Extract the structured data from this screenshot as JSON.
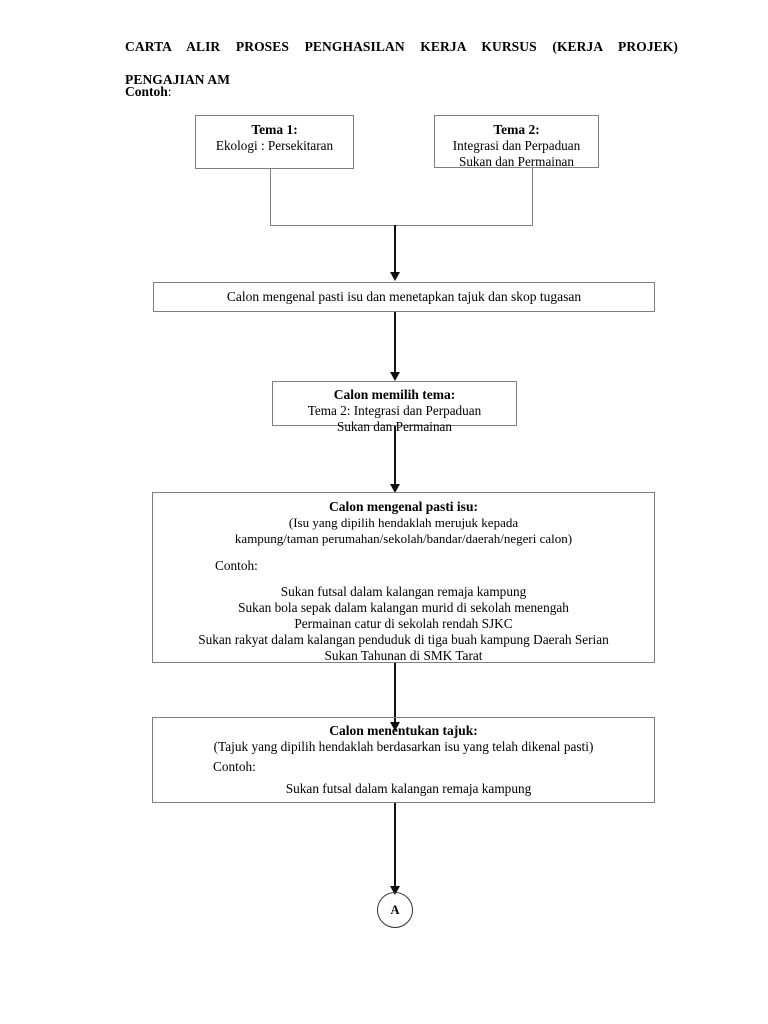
{
  "document": {
    "title_line1": "CARTA ALIR PROSES PENGHASILAN KERJA KURSUS (KERJA PROJEK)",
    "title_line2": "PENGAJIAN AM",
    "contoh_label": "Contoh",
    "contoh_colon": ":"
  },
  "flowchart": {
    "type": "flowchart",
    "tema1": {
      "title": "Tema 1:",
      "line1": "Ekologi : Persekitaran"
    },
    "tema2": {
      "title": "Tema 2:",
      "line1": "Integrasi dan Perpaduan",
      "line2": "Sukan dan Permainan"
    },
    "step_skop": {
      "text": "Calon mengenal pasti isu dan menetapkan tajuk dan skop tugasan"
    },
    "step_memilih_tema": {
      "title": "Calon memilih tema:",
      "line1": "Tema 2: Integrasi dan Perpaduan",
      "line2": "Sukan dan Permainan"
    },
    "step_kenalpasti_isu": {
      "title": "Calon mengenal pasti isu:",
      "sub1": "(Isu yang dipilih hendaklah merujuk kepada",
      "sub2": "kampung/taman perumahan/sekolah/bandar/daerah/negeri calon)",
      "contoh": "Contoh:",
      "items": [
        "Sukan futsal dalam kalangan remaja kampung",
        "Sukan bola sepak dalam kalangan murid di sekolah menengah",
        "Permainan catur di sekolah rendah SJKC",
        "Sukan rakyat dalam kalangan penduduk di tiga buah kampung Daerah Serian",
        "Sukan Tahunan di SMK Tarat"
      ]
    },
    "step_menentukan_tajuk": {
      "title": "Calon menentukan tajuk:",
      "sub1": "(Tajuk yang dipilih hendaklah berdasarkan isu yang telah dikenal pasti)",
      "contoh": "Contoh:",
      "example": "Sukan futsal dalam kalangan remaja kampung"
    },
    "connector_circle": {
      "label": "A"
    },
    "colors": {
      "box_border": "#808080",
      "arrow": "#111111",
      "text": "#000000",
      "background": "#ffffff"
    }
  }
}
